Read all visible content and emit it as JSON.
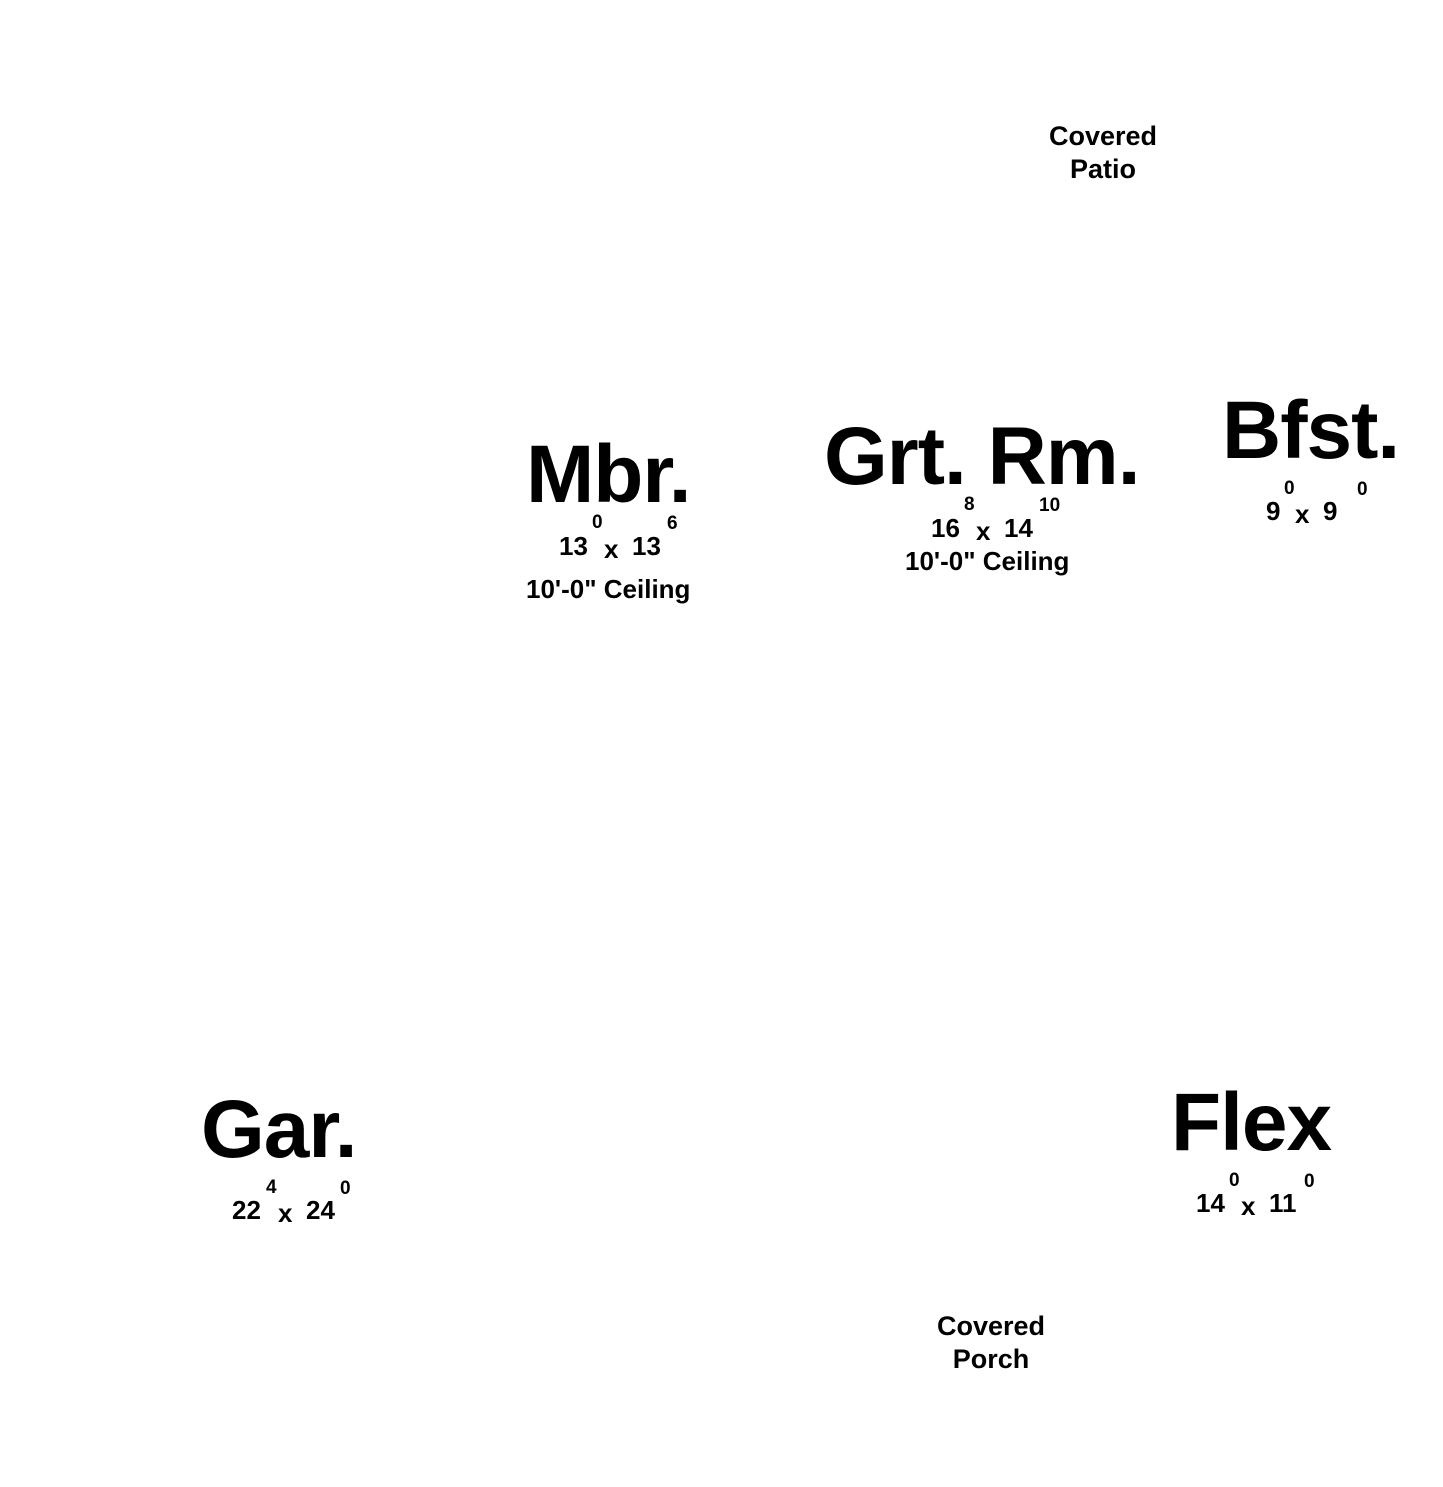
{
  "labels": {
    "covered_patio": {
      "line1": "Covered",
      "line2": "Patio"
    },
    "covered_porch": {
      "line1": "Covered",
      "line2": "Porch"
    }
  },
  "rooms": {
    "mbr": {
      "name": "Mbr.",
      "width_ft": "13",
      "width_in": "0",
      "times": "x",
      "depth_ft": "13",
      "depth_in": "6",
      "ceiling": "10'-0\" Ceiling"
    },
    "grt_rm": {
      "name": "Grt. Rm.",
      "width_ft": "16",
      "width_in": "8",
      "times": "x",
      "depth_ft": "14",
      "depth_in": "10",
      "ceiling": "10'-0\" Ceiling"
    },
    "bfst": {
      "name": "Bfst.",
      "width_ft": "9",
      "width_in": "0",
      "times": "x",
      "depth_ft": "9",
      "depth_in": "0"
    },
    "gar": {
      "name": "Gar.",
      "width_ft": "22",
      "width_in": "4",
      "times": "x",
      "depth_ft": "24",
      "depth_in": "0"
    },
    "flex": {
      "name": "Flex",
      "width_ft": "14",
      "width_in": "0",
      "times": "x",
      "depth_ft": "11",
      "depth_in": "0"
    }
  }
}
